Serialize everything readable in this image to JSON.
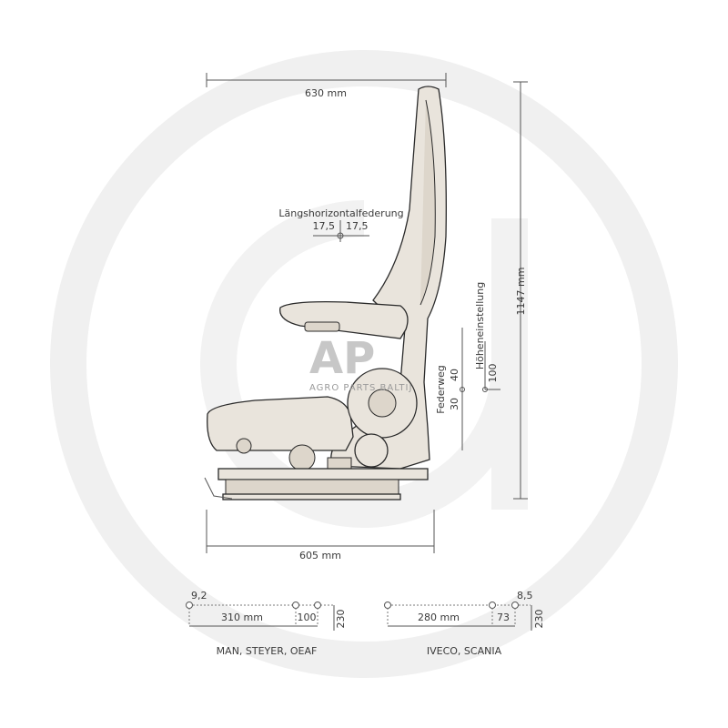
{
  "watermark": {
    "logo_text": "AP",
    "tagline": "AGRO PARTS BALTIJ",
    "color": "#ededed"
  },
  "dimensions": {
    "width_top": "630 mm",
    "height_total": "1147 mm",
    "depth_bottom": "605 mm",
    "horizontal_suspension": {
      "label": "Längshorizontalfederung",
      "left": "17,5",
      "right": "17,5"
    },
    "suspension_travel": {
      "label": "Federweg",
      "up": "40",
      "down": "30"
    },
    "height_adjustment": {
      "label": "Höheneinstellung",
      "value": "100"
    }
  },
  "mounting": [
    {
      "name": "MAN, STEYER, OEAF",
      "offset": "9,2",
      "main": "310 mm",
      "secondary": "100",
      "height": "230"
    },
    {
      "name": "IVECO, SCANIA",
      "offset": "8,5",
      "main": "280 mm",
      "secondary": "73",
      "height": "230"
    }
  ],
  "colors": {
    "seat_fill": "#e9e4dc",
    "outline": "#2a2a2a",
    "dimension": "#555555"
  }
}
